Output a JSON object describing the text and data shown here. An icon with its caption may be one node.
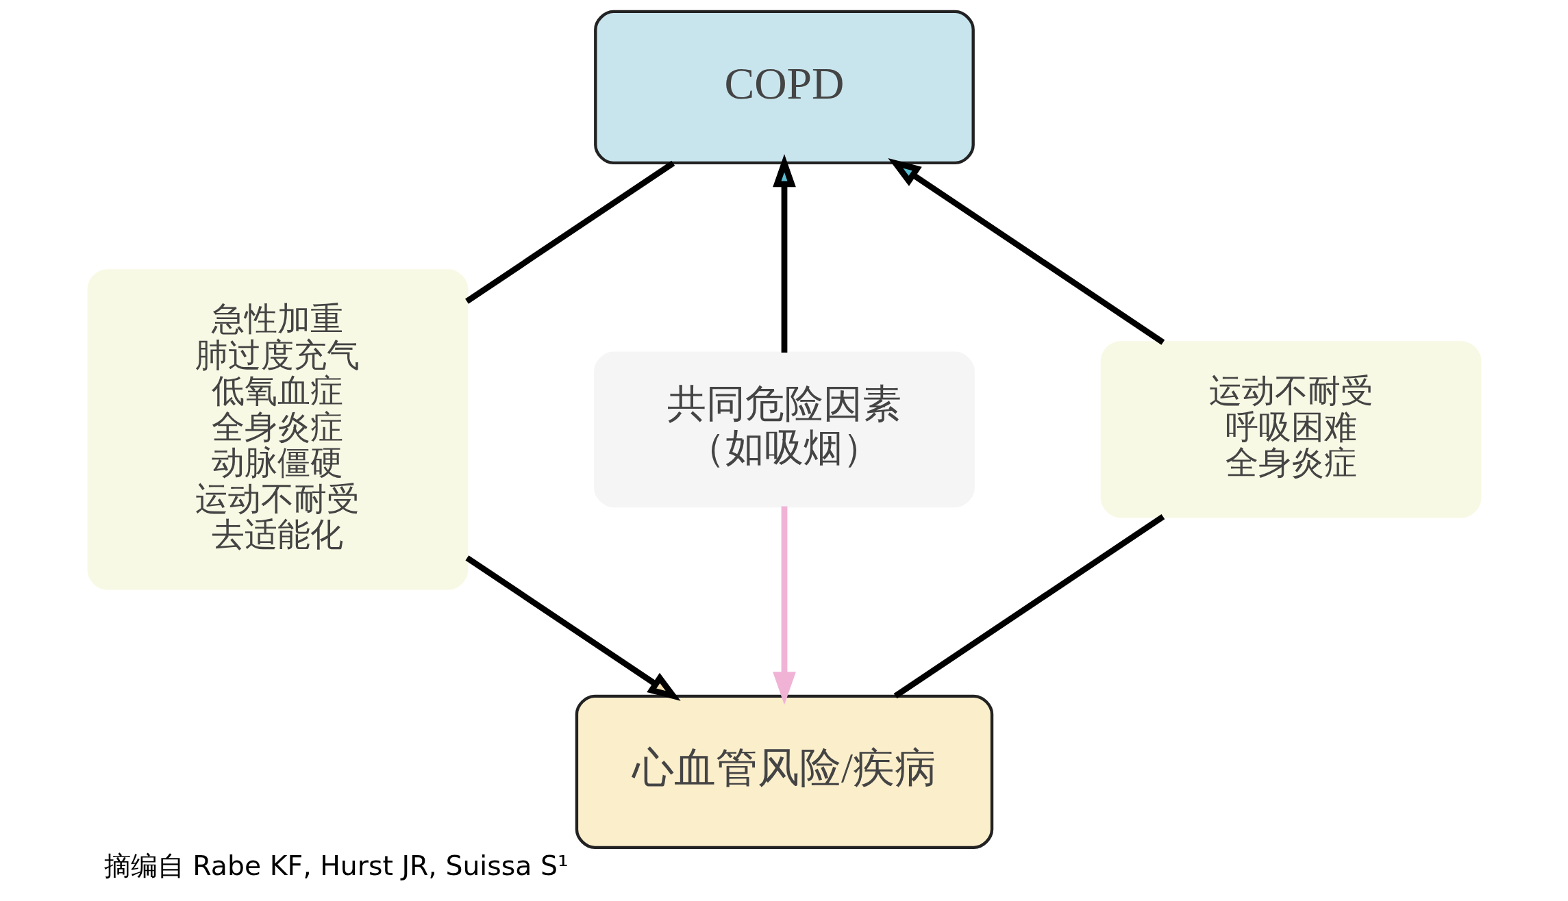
{
  "diagram": {
    "caption": "摘编自 Rabe KF, Hurst JR, Suissa S¹",
    "nodes": [
      {
        "text": [
          "COPD"
        ]
      },
      {
        "text": [
          "急性加重",
          "肺过度充气",
          "低氧血症",
          "全身炎症",
          "动脉僵硬",
          "运动不耐受",
          "去适能化"
        ]
      },
      {
        "text": [
          "共同危险因素",
          "（如吸烟）"
        ]
      },
      {
        "text": [
          "运动不耐受",
          "呼吸困难",
          "全身炎症"
        ]
      },
      {
        "text": [
          "心血管风险/疾病"
        ]
      }
    ],
    "edges": [
      {
        "from": 0,
        "to": 1,
        "arrow": "none"
      },
      {
        "from": 1,
        "to": 4,
        "arrow": "to"
      },
      {
        "from": 4,
        "to": 3,
        "arrow": "none"
      },
      {
        "from": 3,
        "to": 0,
        "arrow": "to"
      },
      {
        "from": 2,
        "to": 0,
        "arrow": "to"
      },
      {
        "from": 2,
        "to": 4,
        "arrow": "to",
        "color": "#f0b3d6"
      }
    ]
  }
}
